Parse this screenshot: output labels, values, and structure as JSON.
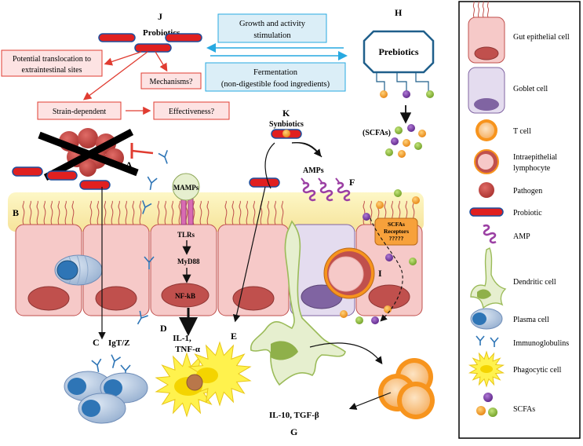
{
  "panel_letters": {
    "A": "A",
    "B": "B",
    "C": "C",
    "D": "D",
    "E": "E",
    "F": "F",
    "G": "G",
    "H": "H",
    "I": "I",
    "J": "J",
    "K": "K"
  },
  "probiotics_title": "Probiotics",
  "prebiotics_title": "Prebiotics",
  "synbiotics_title": "Synbiotics",
  "growth_box": [
    "Growth and activity",
    "stimulation"
  ],
  "fermentation_box": [
    "Fermentation",
    "(non-digestible food ingredients)"
  ],
  "translocation_box": [
    "Potential translocation to",
    "extraintestinal sites"
  ],
  "mechanisms_box": "Mechanisms?",
  "strain_box": "Strain-dependent",
  "effectiveness_box": "Effectiveness?",
  "scfas_label": "(SCFAs)",
  "amps_label": "AMPs",
  "mamps_label": "MAMPs",
  "tlrs_label": "TLRs",
  "myd88_label": "MyD88",
  "nfkb_label": "NF-kB",
  "igtz_label": "IgT/Z",
  "il1_label": [
    "IL-1,",
    "TNF-α"
  ],
  "il10_label": "IL-10, TGF-β",
  "scfa_receptors_label": [
    "SCFAs",
    "Receptors",
    "?????"
  ],
  "legend": [
    {
      "icon": "gut-epithelial-cell",
      "label": [
        "Gut epithelial cell"
      ]
    },
    {
      "icon": "goblet-cell",
      "label": [
        "Goblet cell"
      ]
    },
    {
      "icon": "t-cell",
      "label": [
        "T cell"
      ]
    },
    {
      "icon": "intraepithelial-lymphocyte",
      "label": [
        "Intraepithelial",
        "lymphocyte"
      ]
    },
    {
      "icon": "pathogen",
      "label": [
        "Pathogen"
      ]
    },
    {
      "icon": "probiotic",
      "label": [
        "Probiotic"
      ]
    },
    {
      "icon": "amp",
      "label": [
        "AMP"
      ]
    },
    {
      "icon": "dendritic-cell",
      "label": [
        "Dendritic cell"
      ]
    },
    {
      "icon": "plasma-cell",
      "label": [
        "Plasma cell"
      ]
    },
    {
      "icon": "immunoglobulins",
      "label": [
        "Immunoglobulins"
      ]
    },
    {
      "icon": "phagocytic-cell",
      "label": [
        "Phagocytic cell"
      ]
    },
    {
      "icon": "scfas",
      "label": [
        "SCFAs"
      ]
    }
  ],
  "colors": {
    "epithelial_fill": "#f6c9c8",
    "epithelial_stroke": "#c0504d",
    "nucleus": "#c0504d",
    "goblet_fill": "#e4dcef",
    "goblet_nucleus": "#8064a2",
    "probiotic_red": "#e02020",
    "box_red": "#fde3e3",
    "box_red_stroke": "#e03c31",
    "box_blue": "#dbeef7",
    "box_blue_stroke": "#27a9e1",
    "prebiotic_stroke": "#1f5f8b",
    "tcell_orange": "#f7941d",
    "tcell_inner": "#fbd4a8",
    "dendritic_fill": "#e6efcf",
    "dendritic_stroke": "#9bbb59",
    "phago_fill": "#fff24d",
    "plasma_fill": "#b8cce4",
    "plasma_nucleus": "#2e75b6",
    "amp_purple": "#9b3fa3",
    "scfa_orange": "#f7941d",
    "scfa_purple": "#7030a0",
    "scfa_green": "#8dc63f",
    "mucus": "#fdf5c0",
    "receptor_orange": "#f7a13b"
  }
}
